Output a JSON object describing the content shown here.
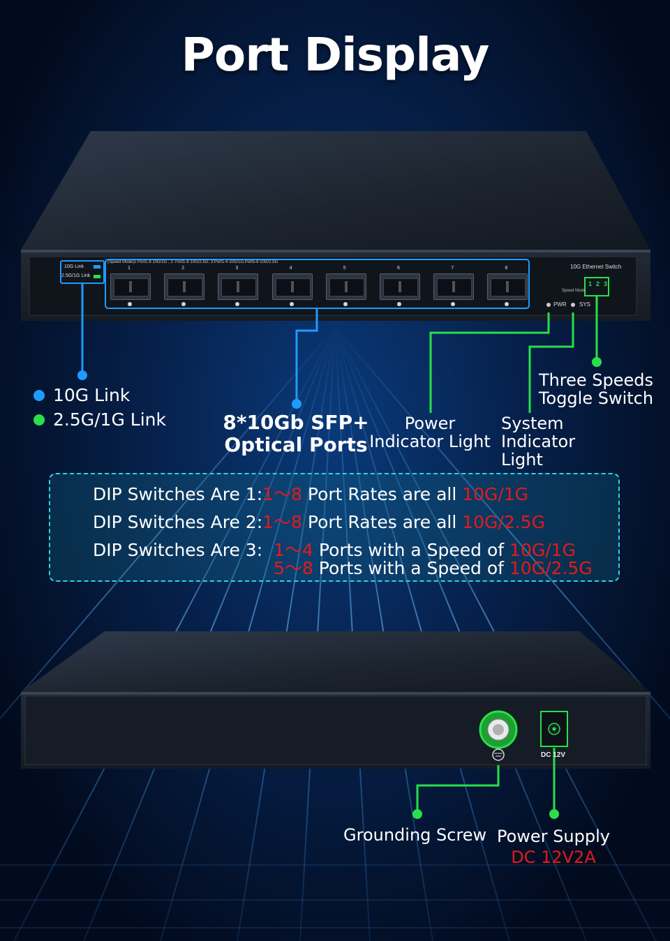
{
  "title": "Port Display",
  "front_panel": {
    "legend_10g": "10G Link",
    "legend_25g": "2.5G/1G Link",
    "speed_mode_text": "(Speed Mode)1:Port1-8 10G/1G ; 2: Port1-8 10G/2.5G; 3:Port1-4 10G/1G,Port5-8 10G/2.5G",
    "port_numbers": [
      "1",
      "2",
      "3",
      "4",
      "5",
      "6",
      "7",
      "8"
    ],
    "model_label": "10G Ethernet Switch",
    "speed_mode_label": "Speed Mode",
    "dip_numbers": [
      "1",
      "2",
      "3"
    ],
    "pwr_label": "PWR",
    "sys_label": "SYS"
  },
  "callouts": {
    "link_10g": "10G Link",
    "link_25g": "2.5G/1G Link",
    "sfp_line1": "8*10Gb SFP+",
    "sfp_line2": "Optical Ports",
    "power_line1": "Power",
    "power_line2": "Indicator Light",
    "system_line1": "System",
    "system_line2": "Indicator Light",
    "toggle_line1": "Three Speeds",
    "toggle_line2": "Toggle Switch"
  },
  "dip": {
    "line1_prefix": "DIP Switches Are 1:",
    "line1_range": "1～8",
    "line1_mid": " Port Rates are all ",
    "line1_speed": "10G/1G",
    "line2_prefix": "DIP Switches Are 2:",
    "line2_range": "1～8",
    "line2_mid": " Port Rates are all ",
    "line2_speed": "10G/2.5G",
    "line3_prefix": "DIP Switches Are 3:",
    "line3_range": "1～4",
    "line3_mid": " Ports with a Speed of ",
    "line3_speed": "10G/1G",
    "line4_range": "5～8",
    "line4_mid": " Ports with a Speed of ",
    "line4_speed": "10G/2.5G"
  },
  "rear_panel": {
    "dc_label": "DC 12V"
  },
  "rear_callouts": {
    "grounding": "Grounding Screw",
    "power_supply": "Power Supply",
    "power_spec": "DC 12V2A"
  },
  "colors": {
    "blue_accent": "#1e9bff",
    "green_accent": "#27e04a",
    "red_accent": "#e21b1b",
    "dip_border": "#2fd4e0"
  }
}
